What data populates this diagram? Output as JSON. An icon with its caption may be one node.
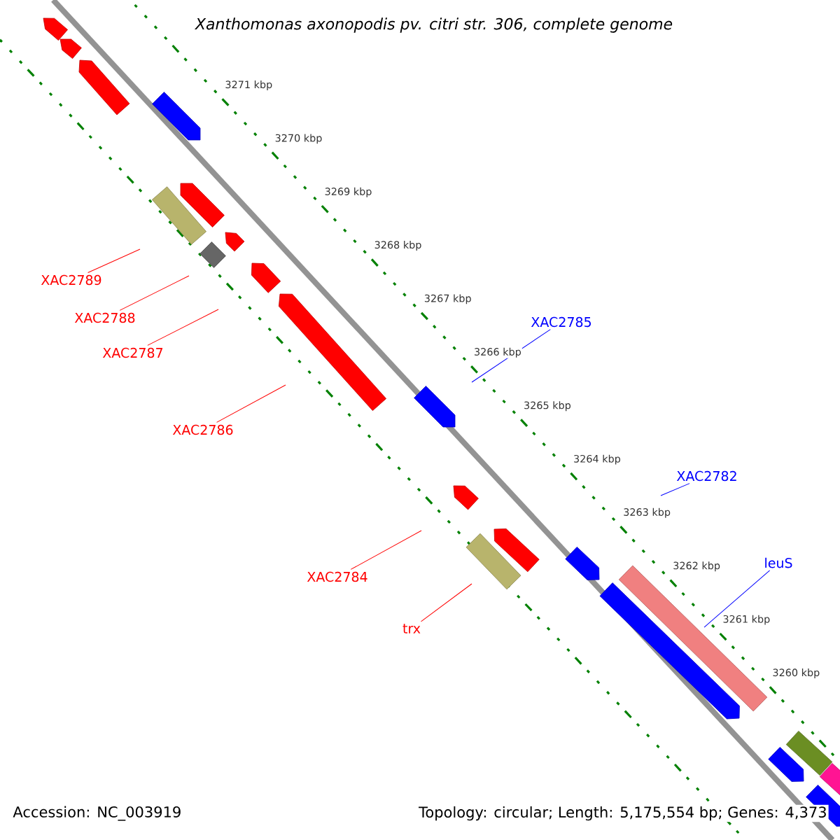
{
  "diagram": {
    "title": "Xanthomonas axonopodis pv. citri str. 306, complete genome",
    "nodes": [
      {
        "text": [
          "XAC2789"
        ]
      },
      {
        "text": [
          "XAC2788"
        ]
      },
      {
        "text": [
          "XAC2785"
        ]
      },
      {
        "text": [
          "XAC2787"
        ]
      },
      {
        "text": [
          "XAC2786"
        ]
      },
      {
        "text": [
          "XAC2782"
        ]
      },
      {
        "text": [
          "leuS"
        ]
      },
      {
        "text": [
          "XAC2784"
        ]
      },
      {
        "text": [
          "trx"
        ]
      }
    ],
    "edges": [
      {
        "from": 0,
        "to": null,
        "arrow": "none"
      },
      {
        "from": 1,
        "to": null,
        "arrow": "none"
      },
      {
        "from": 2,
        "to": null,
        "arrow": "none",
        "color": "#0000ff"
      },
      {
        "from": 3,
        "to": null,
        "arrow": "none"
      },
      {
        "from": 4,
        "to": null,
        "arrow": "none"
      },
      {
        "from": 5,
        "to": null,
        "arrow": "none",
        "color": "#0000ff"
      },
      {
        "from": 6,
        "to": null,
        "arrow": "none",
        "color": "#0000ff"
      },
      {
        "from": 7,
        "to": null,
        "arrow": "none"
      },
      {
        "from": 8,
        "to": null,
        "arrow": "none"
      }
    ],
    "labels": [
      "3271 kbp",
      "3270 kbp",
      "3269 kbp",
      "3268 kbp",
      "3267 kbp",
      "3266 kbp",
      "3265 kbp",
      "3264 kbp",
      "3263 kbp",
      "3262 kbp",
      "3261 kbp",
      "3260 kbp",
      "Accession: NC_003919",
      "Topology: circular; Length: 5,175,554 bp; Genes: 4,373"
    ]
  }
}
